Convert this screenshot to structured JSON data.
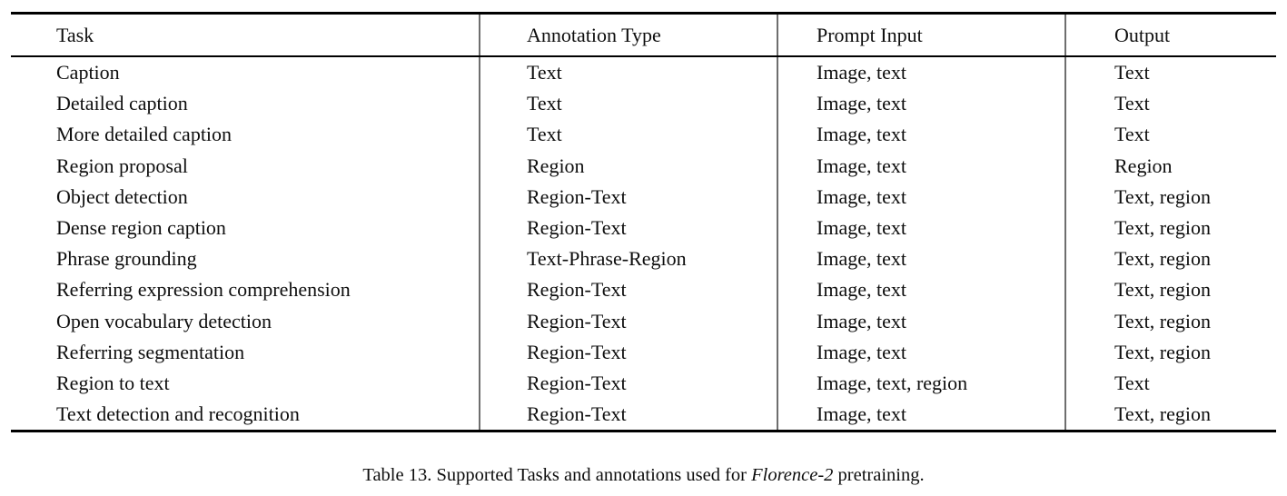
{
  "table": {
    "headers": {
      "task": "Task",
      "annotation_type": "Annotation Type",
      "prompt_input": "Prompt Input",
      "output": "Output"
    },
    "rows": [
      {
        "task": "Caption",
        "annotation_type": "Text",
        "prompt_input": "Image, text",
        "output": "Text"
      },
      {
        "task": "Detailed caption",
        "annotation_type": "Text",
        "prompt_input": "Image, text",
        "output": "Text"
      },
      {
        "task": "More detailed caption",
        "annotation_type": "Text",
        "prompt_input": "Image, text",
        "output": "Text"
      },
      {
        "task": "Region proposal",
        "annotation_type": "Region",
        "prompt_input": "Image, text",
        "output": "Region"
      },
      {
        "task": "Object detection",
        "annotation_type": "Region-Text",
        "prompt_input": "Image, text",
        "output": "Text, region"
      },
      {
        "task": "Dense region caption",
        "annotation_type": "Region-Text",
        "prompt_input": "Image, text",
        "output": "Text, region"
      },
      {
        "task": "Phrase grounding",
        "annotation_type": "Text-Phrase-Region",
        "prompt_input": "Image, text",
        "output": "Text, region"
      },
      {
        "task": "Referring expression comprehension",
        "annotation_type": "Region-Text",
        "prompt_input": "Image, text",
        "output": "Text, region"
      },
      {
        "task": "Open vocabulary detection",
        "annotation_type": "Region-Text",
        "prompt_input": "Image, text",
        "output": "Text, region"
      },
      {
        "task": "Referring segmentation",
        "annotation_type": "Region-Text",
        "prompt_input": "Image, text",
        "output": "Text, region"
      },
      {
        "task": "Region to text",
        "annotation_type": "Region-Text",
        "prompt_input": "Image, text, region",
        "output": "Text"
      },
      {
        "task": "Text detection and recognition",
        "annotation_type": "Region-Text",
        "prompt_input": "Image, text",
        "output": "Text, region"
      }
    ]
  },
  "caption": {
    "prefix": "Table 13. Supported Tasks and annotations used for ",
    "model_name": "Florence-2",
    "suffix": " pretraining."
  },
  "colors": {
    "rule": "#000000",
    "separator": "#6e6e6e",
    "text": "#0e0e0e",
    "background": "#ffffff"
  }
}
